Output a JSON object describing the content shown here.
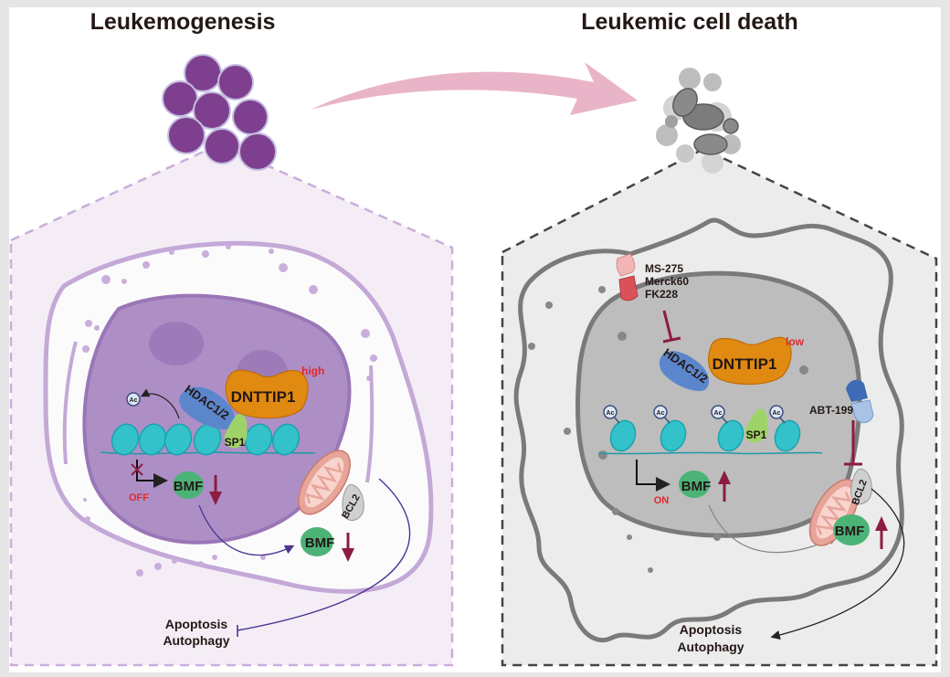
{
  "figure": {
    "panels": [
      {
        "id": "left",
        "title": "Leukemogenesis",
        "state": "leukemogenesis",
        "labels": {
          "dnttip1": "DNTTIP1",
          "dnttip1_level": "high",
          "hdac": "HDAC1/2",
          "sp1": "SP1",
          "ac": "Ac",
          "transcription": "OFF",
          "bmf_nucleus": "BMF",
          "bmf_cytoplasm": "BMF",
          "bcl2": "BCL2",
          "outcome_line1": "Apoptosis",
          "outcome_line2": "Autophagy"
        },
        "bmf_direction": "down",
        "outcome_relation": "inhibits"
      },
      {
        "id": "right",
        "title": "Leukemic cell death",
        "state": "cell-death",
        "labels": {
          "drugs": [
            "MS-275",
            "Merck60",
            "FK228"
          ],
          "dnttip1": "DNTTIP1",
          "dnttip1_level": "low",
          "hdac": "HDAC1/2",
          "sp1": "SP1",
          "ac": "Ac",
          "transcription": "ON",
          "bmf_nucleus": "BMF",
          "bmf_cytoplasm": "BMF",
          "bcl2": "BCL2",
          "bcl2_inhibitor": "ABT-199",
          "outcome_line1": "Apoptosis",
          "outcome_line2": "Autophagy"
        },
        "bmf_direction": "up",
        "outcome_relation": "promotes"
      }
    ],
    "colors": {
      "background": "#e6e6e6",
      "canvas": "#ffffff",
      "left_panel_fill": "#f4edf6",
      "left_panel_border": "#c9aedb",
      "left_nucleus": "#ad8fc6",
      "left_cells": "#7e3f8f",
      "right_panel_fill": "#ececec",
      "right_panel_border": "#444444",
      "right_nucleus": "#bdbdbd",
      "transition_arrow": "#e9b4c8",
      "dnttip1": "#e08a12",
      "hdac": "#5b86cc",
      "sp1": "#9fd36a",
      "bmf": "#4cb377",
      "nucleosome": "#33c2c9",
      "arrow_dark_red": "#8c1d40",
      "level_text_red": "#e0282e",
      "mitochondria": "#e7a59a",
      "bcl2": "#cfcfcf"
    }
  }
}
